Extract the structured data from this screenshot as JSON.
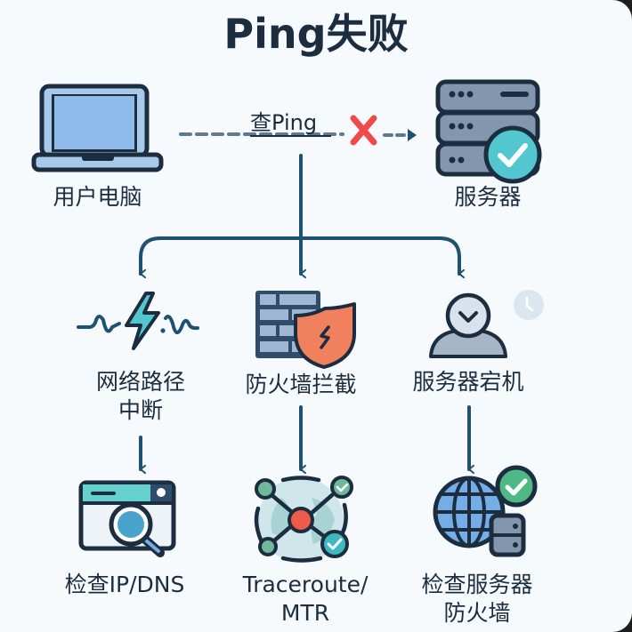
{
  "title": "Ping失败",
  "colors": {
    "ink": "#1c2d3f",
    "arrow": "#1f5270",
    "fail": "#ef4b4b",
    "ok_teal": "#52c7cf",
    "ok_green": "#4fb985",
    "laptop_screen": "#8ebbea",
    "server_body": "#8297ae",
    "firewall_shield": "#f0805e",
    "globe": "#75aee6"
  },
  "top": {
    "source": {
      "label": "用户电脑",
      "icon": "laptop-icon"
    },
    "edge": {
      "label": "查Ping",
      "status": "failed",
      "icon": "x-mark-icon"
    },
    "target": {
      "label": "服务器",
      "icon": "server-check-icon"
    }
  },
  "causes": [
    {
      "label_lines": [
        "网络路径",
        "中断"
      ],
      "icon": "broken-signal-icon",
      "action": {
        "label_lines": [
          "检查IP/DNS"
        ],
        "icon": "browser-search-icon"
      }
    },
    {
      "label_lines": [
        "防火墙拦截"
      ],
      "icon": "firewall-shield-icon",
      "action": {
        "label_lines": [
          "Traceroute/",
          "MTR"
        ],
        "icon": "network-route-icon"
      }
    },
    {
      "label_lines": [
        "服务器宕机"
      ],
      "icon": "user-down-icon",
      "extra_icon": "clock-icon",
      "action": {
        "label_lines": [
          "检查服务器",
          "防火墙"
        ],
        "icon": "globe-server-icon"
      }
    }
  ]
}
